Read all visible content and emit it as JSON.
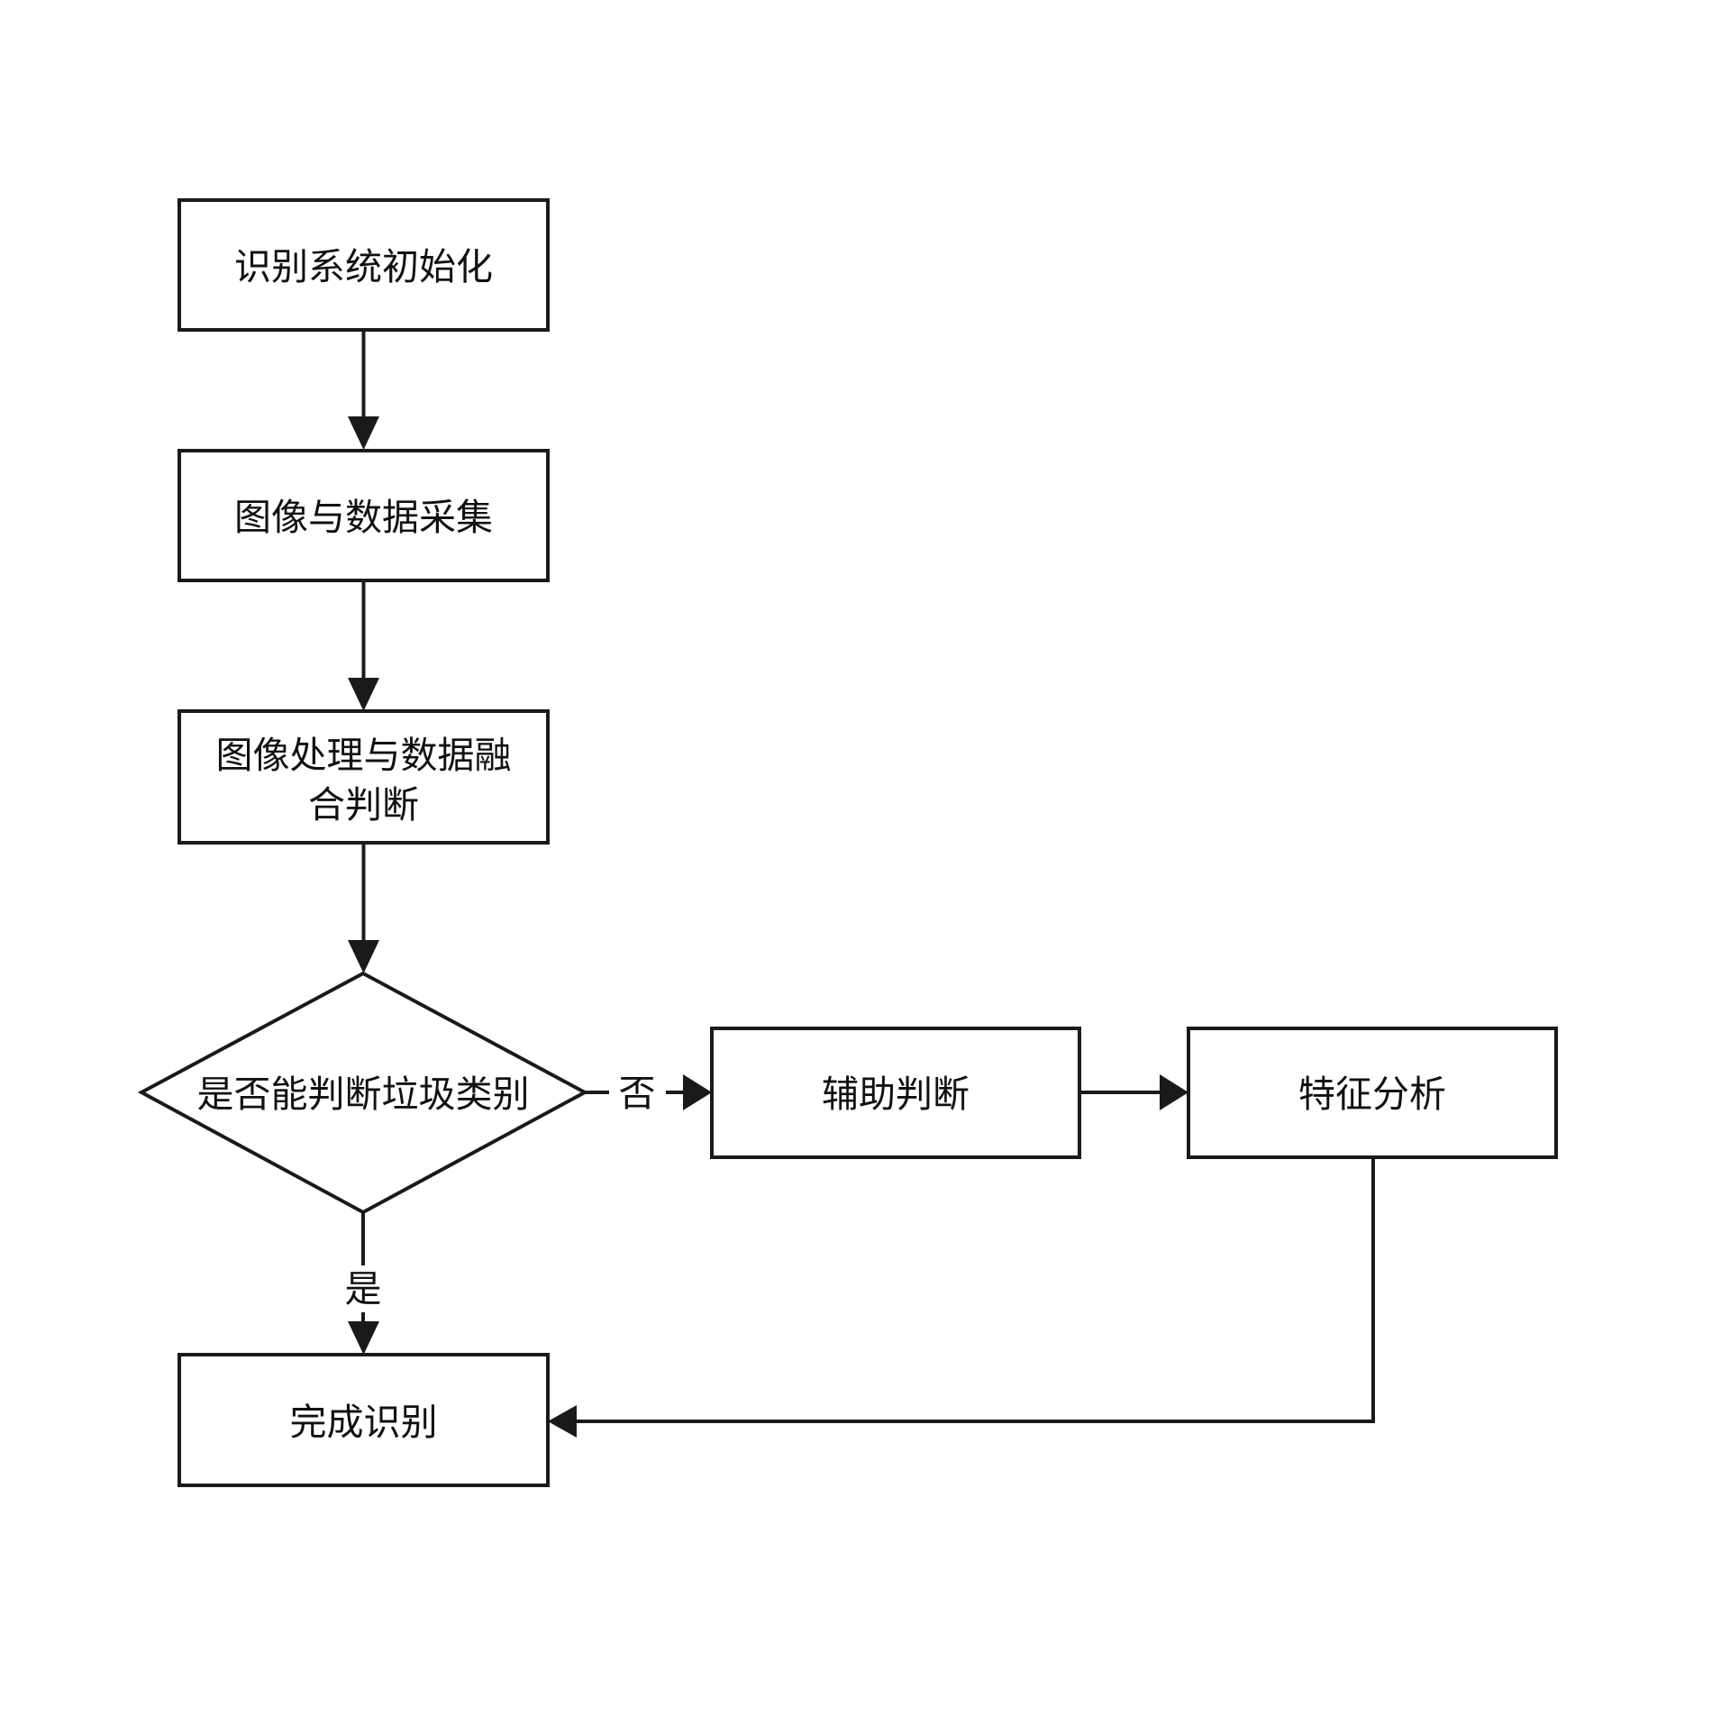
{
  "diagram": {
    "type": "flowchart",
    "background_color": "#ffffff",
    "line_color": "#1a1a1a",
    "text_color": "#111111",
    "nodes": {
      "init": {
        "label": "识别系统初始化",
        "shape": "process"
      },
      "capture": {
        "label": "图像与数据采集",
        "shape": "process"
      },
      "fusion": {
        "label": "图像处理与数据融合判断",
        "line1": "图像处理与数据融",
        "line2": "合判断",
        "shape": "process"
      },
      "decision": {
        "label": "是否能判断垃圾类别",
        "shape": "decision"
      },
      "assist": {
        "label": "辅助判断",
        "shape": "process"
      },
      "feature": {
        "label": "特征分析",
        "shape": "process"
      },
      "complete": {
        "label": "完成识别",
        "shape": "process"
      }
    },
    "edge_labels": {
      "yes": "是",
      "no": "否"
    },
    "edges": [
      {
        "from": "init",
        "to": "capture"
      },
      {
        "from": "capture",
        "to": "fusion"
      },
      {
        "from": "fusion",
        "to": "decision"
      },
      {
        "from": "decision",
        "to": "assist",
        "label": "否"
      },
      {
        "from": "assist",
        "to": "feature"
      },
      {
        "from": "decision",
        "to": "complete",
        "label": "是"
      },
      {
        "from": "feature",
        "to": "complete"
      }
    ]
  }
}
